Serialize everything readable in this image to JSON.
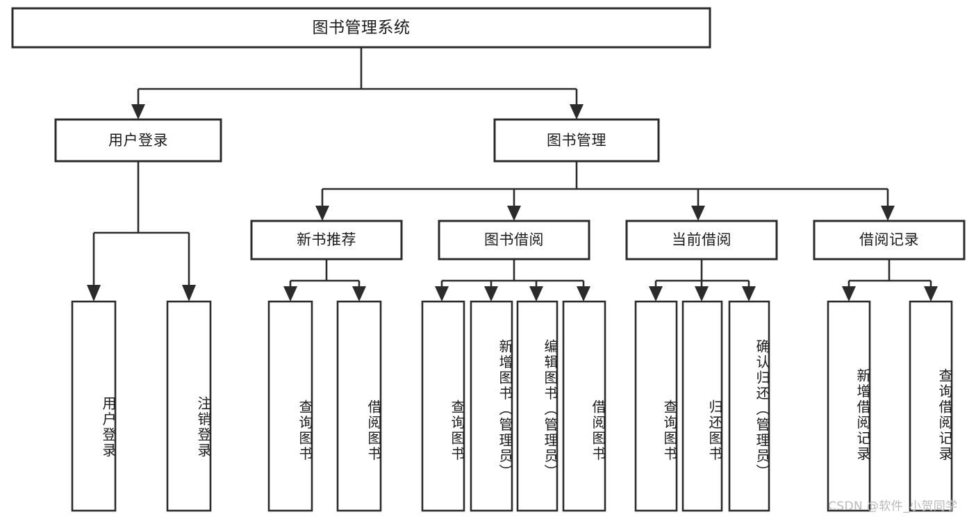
{
  "diagram": {
    "type": "tree-hierarchy-chart",
    "title": "图书管理系统",
    "root": {
      "label": "图书管理系统",
      "level": 1
    },
    "level2": [
      {
        "label": "用户登录"
      },
      {
        "label": "图书管理"
      }
    ],
    "level3": [
      {
        "label": "新书推荐"
      },
      {
        "label": "图书借阅"
      },
      {
        "label": "当前借阅"
      },
      {
        "label": "借阅记录"
      }
    ],
    "leaves": {
      "user_login": [
        {
          "label": "用户登录"
        },
        {
          "label": "注销登录"
        }
      ],
      "new_book_recommend": [
        {
          "label": "查询图书"
        },
        {
          "label": "借阅图书"
        }
      ],
      "book_borrow": [
        {
          "label": "查询图书"
        },
        {
          "label": "新增图书（管理员）"
        },
        {
          "label": "编辑图书（管理员）"
        },
        {
          "label": "借阅图书"
        }
      ],
      "current_borrow": [
        {
          "label": "查询图书"
        },
        {
          "label": "归还图书"
        },
        {
          "label": "确认归还（管理员）"
        }
      ],
      "borrow_record": [
        {
          "label": "新增借阅记录"
        },
        {
          "label": "查询借阅记录"
        }
      ]
    },
    "watermark": "CSDN @软件_小贺同学",
    "colors": {
      "stroke": "#2b2b2b",
      "fill": "#ffffff",
      "text": "#1a1a1a",
      "watermark": "#b9b9b9"
    }
  }
}
